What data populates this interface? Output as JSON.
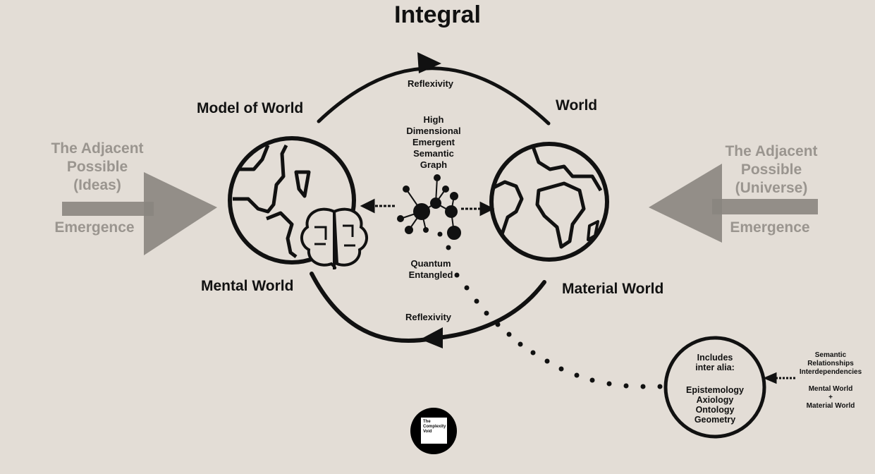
{
  "title": "Integral",
  "top_arc_label": "Reflexivity",
  "bottom_arc_label": "Reflexivity",
  "model_of_world": "Model of World",
  "world": "World",
  "mental_world": "Mental World",
  "material_world": "Material World",
  "graph_label": [
    "High",
    "Dimensional",
    "Emergent",
    "Semantic",
    "Graph"
  ],
  "quantum_label": [
    "Quantum",
    "Entangled"
  ],
  "left_adjacent": [
    "The Adjacent",
    "Possible",
    "(Ideas)"
  ],
  "left_emergence": "Emergence",
  "right_adjacent": [
    "The Adjacent",
    "Possible",
    "(Universe)"
  ],
  "right_emergence": "Emergence",
  "includes": {
    "heading": [
      "Includes",
      "inter alia:"
    ],
    "items": [
      "Epistemology",
      "Axiology",
      "Ontology",
      "Geometry"
    ]
  },
  "side_note": [
    "Semantic",
    "Relationships",
    "Interdependencies"
  ],
  "side_note2": [
    "Mental World",
    "+",
    "Material World"
  ],
  "logo_text": [
    "The",
    "Complexity",
    "Void"
  ],
  "colors": {
    "background": "#e3ddd6",
    "ink": "#111111",
    "grey": "#8a8580"
  }
}
